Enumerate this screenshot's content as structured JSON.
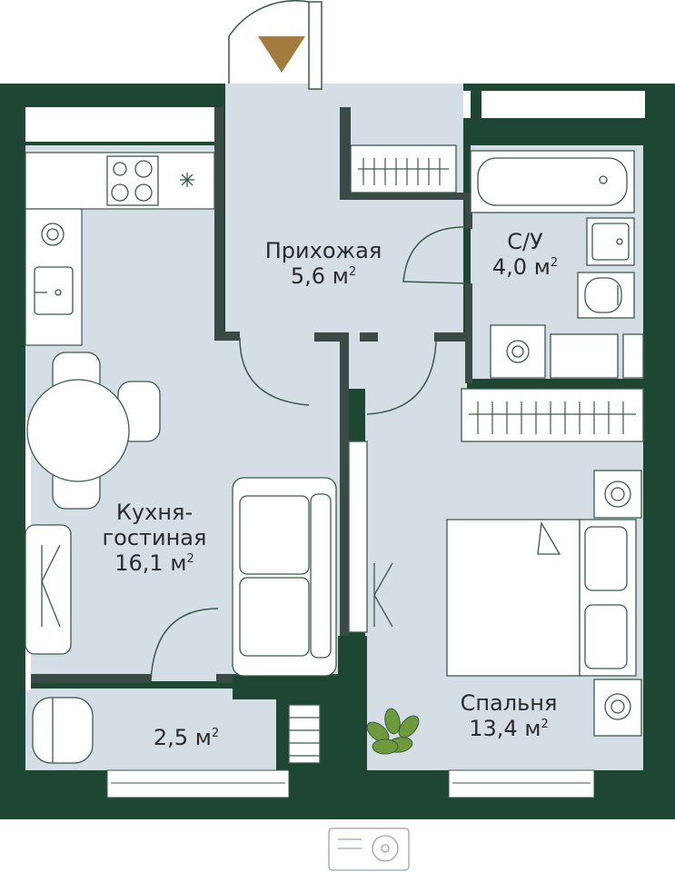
{
  "colors": {
    "wall": "#1d4634",
    "floor": "#d5dde5",
    "fixture": "#ffffff",
    "line": "#3a5a4a",
    "entrance_marker": "#a37b3f",
    "plant": "#6e9a3c"
  },
  "rooms": [
    {
      "id": "hall",
      "name": "Прихожая",
      "area": "5,6 м",
      "unit_sup": "2"
    },
    {
      "id": "bathroom",
      "name": "С/У",
      "area": "4,0 м",
      "unit_sup": "2"
    },
    {
      "id": "kitchen",
      "name": "Кухня-",
      "name2": "гостиная",
      "area": "16,1 м",
      "unit_sup": "2"
    },
    {
      "id": "balcony",
      "name": "",
      "area": "2,5 м",
      "unit_sup": "2"
    },
    {
      "id": "bedroom",
      "name": "Спальня",
      "area": "13,4 м",
      "unit_sup": "2"
    }
  ],
  "icons": [
    "entrance-arrow-icon",
    "hob-icon",
    "hood-icon",
    "washing-machine-icon",
    "sink-icon",
    "toilet-icon",
    "bathtub-icon",
    "plant-icon",
    "air-conditioner-icon"
  ]
}
